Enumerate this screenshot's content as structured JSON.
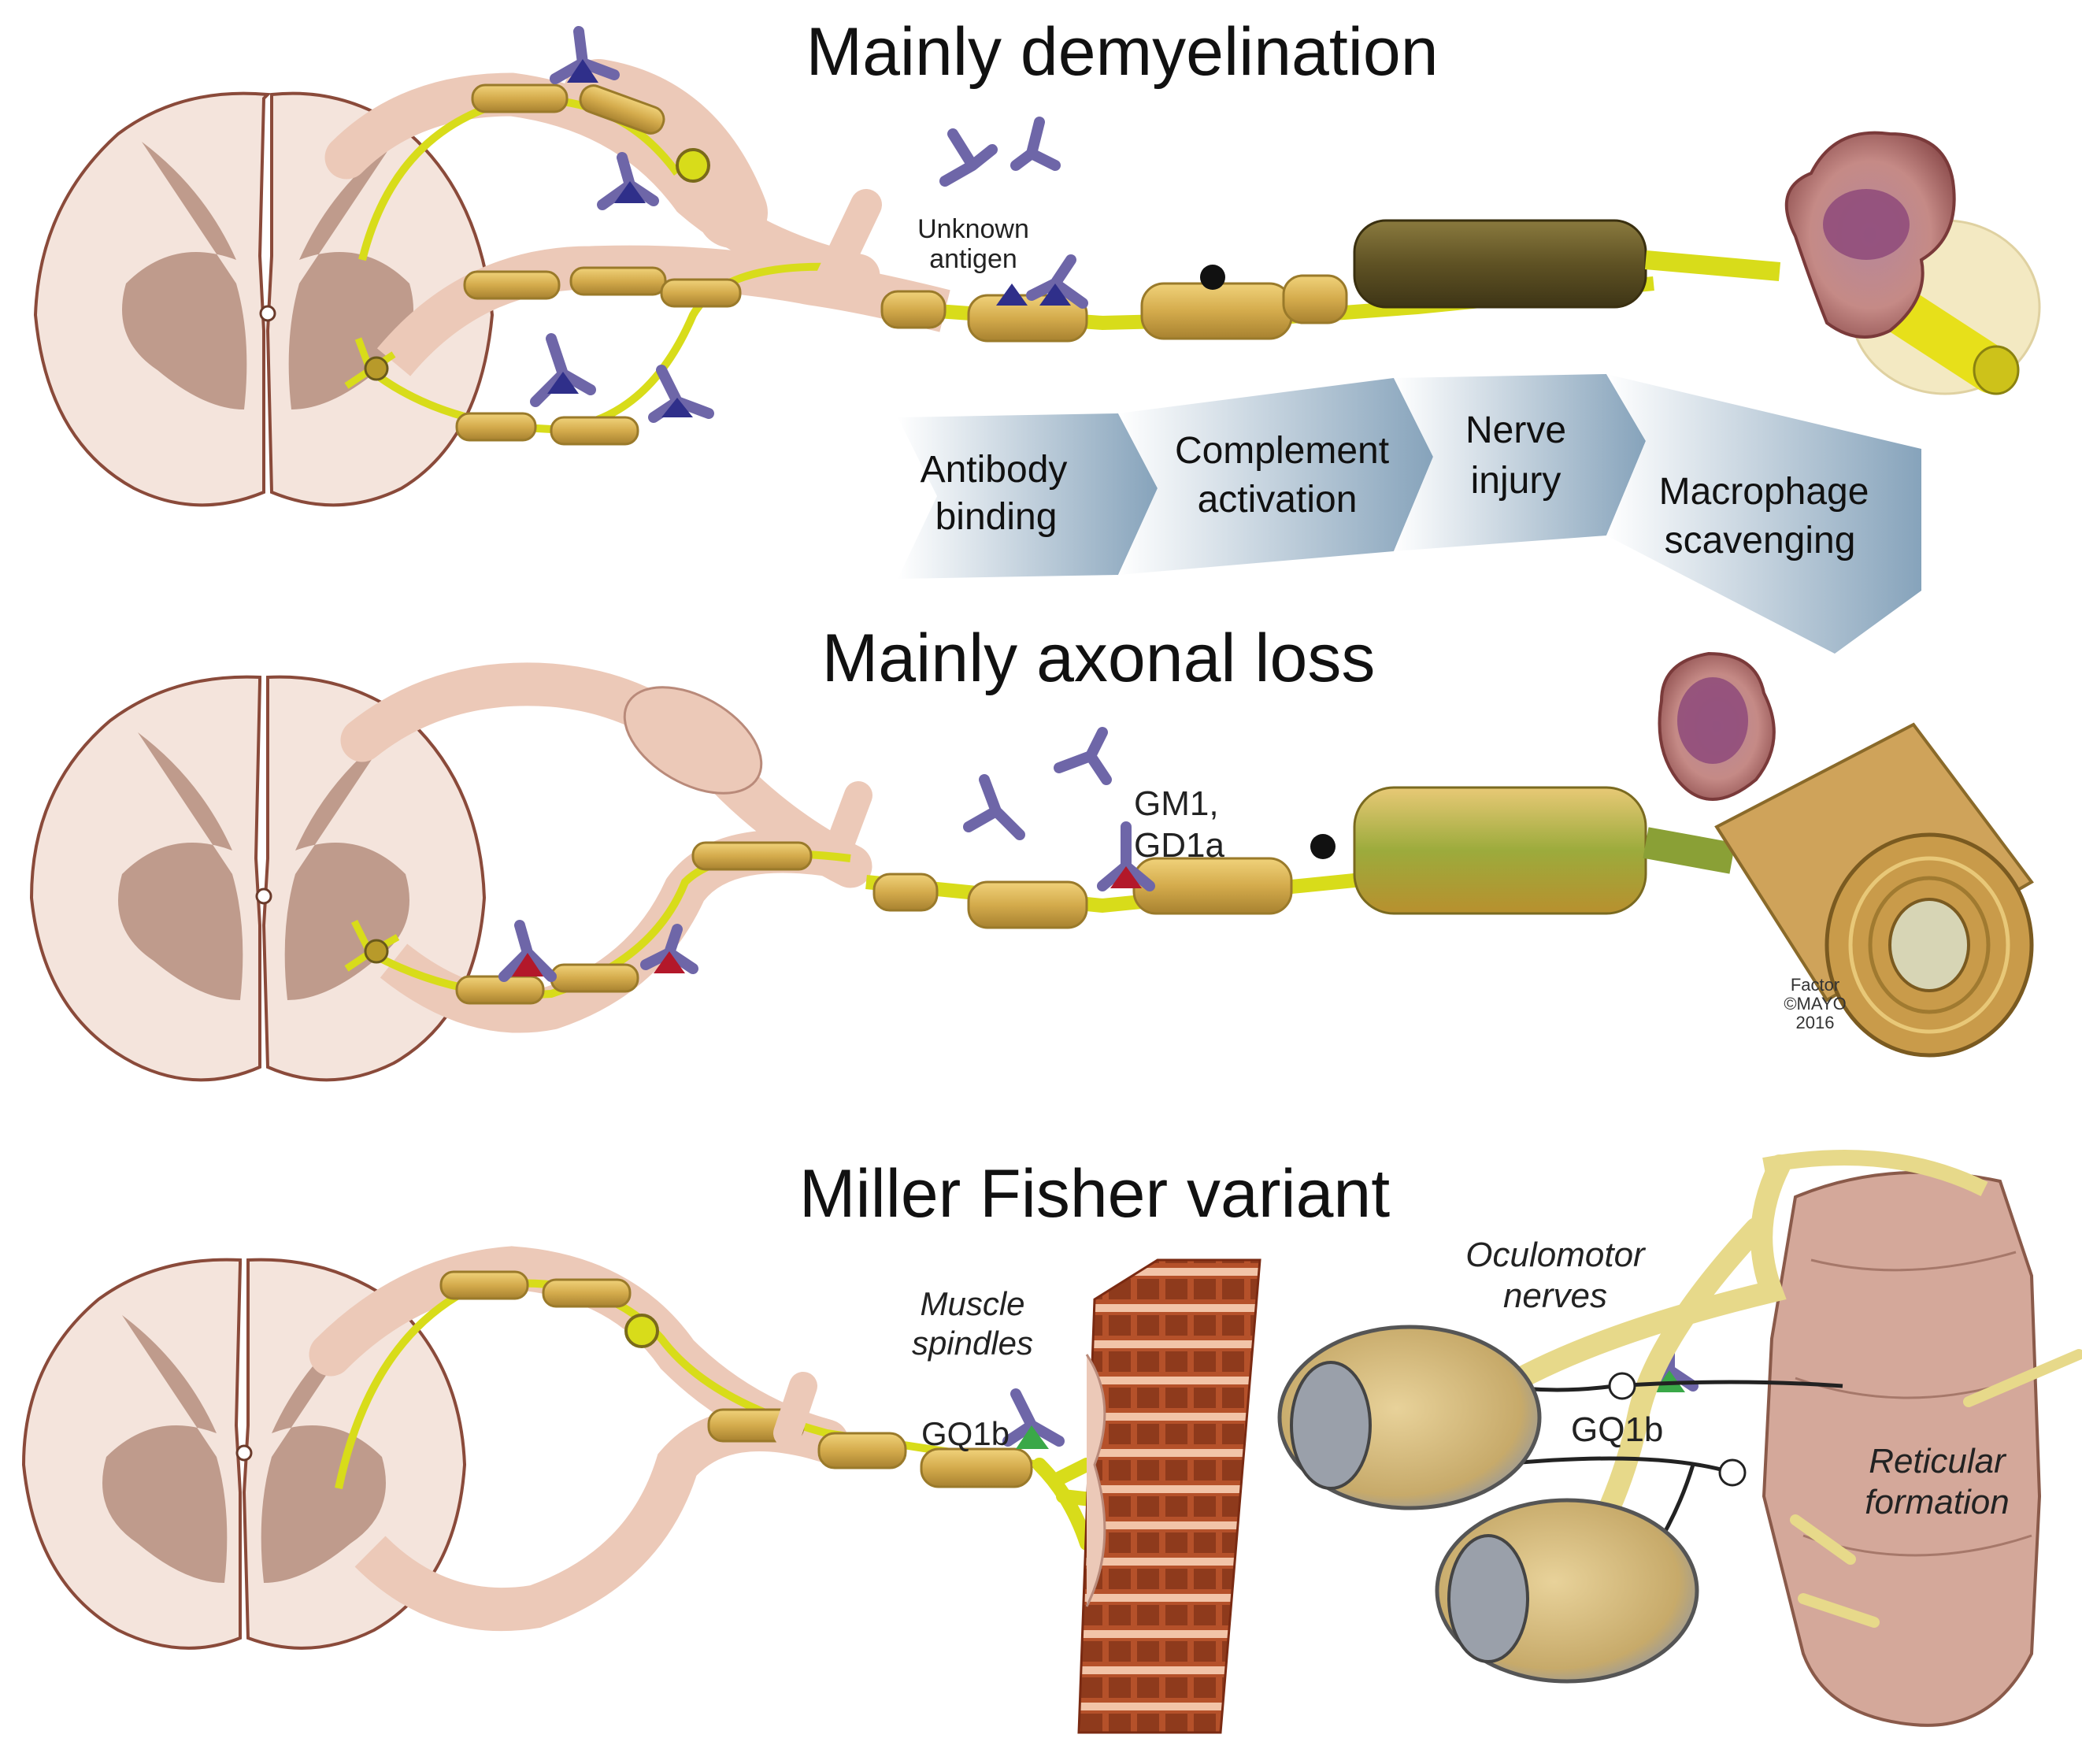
{
  "panels": {
    "demyelination": {
      "title": "Mainly demyelination",
      "antigen_label_line1": "Unknown",
      "antigen_label_line2": "antigen"
    },
    "axonal": {
      "title": "Mainly axonal loss",
      "antigen_label_line1": "GM1,",
      "antigen_label_line2": "GD1a"
    },
    "miller_fisher": {
      "title": "Miller Fisher variant",
      "spindle_label_line1": "Muscle",
      "spindle_label_line2": "spindles",
      "spindle_antigen": "GQ1b",
      "oculomotor_label_line1": "Oculomotor",
      "oculomotor_label_line2": "nerves",
      "oculomotor_antigen": "GQ1b",
      "reticular_label_line1": "Reticular",
      "reticular_label_line2": "formation"
    }
  },
  "process_steps": [
    {
      "line1": "Antibody",
      "line2": "binding"
    },
    {
      "line1": "Complement",
      "line2": "activation"
    },
    {
      "line1": "Nerve",
      "line2": "injury"
    },
    {
      "line1": "Macrophage",
      "line2": "scavenging"
    }
  ],
  "credit": {
    "line1": "Factor",
    "line2": "©MAYO",
    "line3": "2016"
  },
  "colors": {
    "cord": "#f4e4dc",
    "cord_edge": "#8a4a3a",
    "grey_matter": "#b58e7e",
    "nerve_root": "#ecc9b8",
    "myelin": "#d9b25a",
    "myelin_edge": "#9a7a2a",
    "axon": "#d8dc1a",
    "antibody": "#7b73b5",
    "antigen_blue": "#2f2f8a",
    "antigen_red": "#b3182a",
    "antigen_green": "#3aa848",
    "arrow_start": "#ffffff",
    "arrow_end": "#8aa6bd",
    "muscle": "#b5512a",
    "brainstem": "#d4a89a"
  }
}
